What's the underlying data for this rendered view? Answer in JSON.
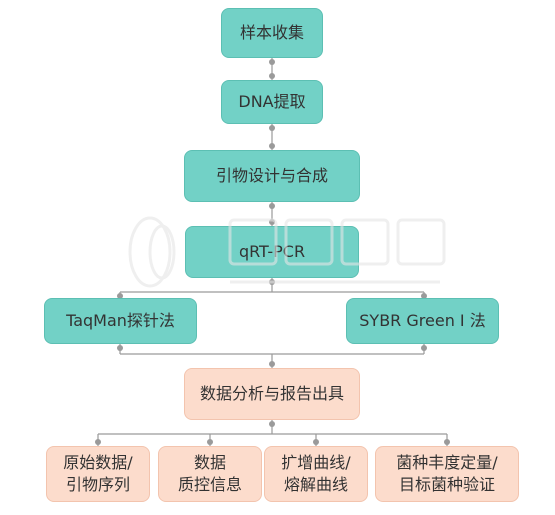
{
  "nodes": {
    "sample": "样本收集",
    "dna": "DNA提取",
    "primer": "引物设计与合成",
    "qrt": "qRT-PCR",
    "taqman": "TaqMan探针法",
    "sybr": "SYBR Green I 法",
    "analysis": "数据分析与报告出具",
    "out1_line1": "原始数据/",
    "out1_line2": "引物序列",
    "out2_line1": "数据",
    "out2_line2": "质控信息",
    "out3_line1": "扩增曲线/",
    "out3_line2": "熔解曲线",
    "out4_line1": "菌种丰度定量/",
    "out4_line2": "目标菌种验证"
  },
  "colors": {
    "teal": "#72d1c6",
    "peach": "#fcdccc",
    "connector": "#9a9a9a"
  }
}
